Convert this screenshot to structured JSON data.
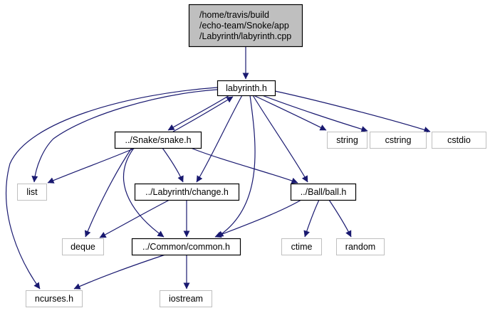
{
  "diagram": {
    "type": "include-dependency-graph",
    "colors": {
      "edge": "#191970",
      "root_fill": "#bfbfbf",
      "root_border": "#000000",
      "project_border": "#000000",
      "system_border": "#bfbfbf",
      "node_fill": "#ffffff"
    },
    "nodes": [
      {
        "id": "root",
        "kind": "root",
        "lines": [
          "/home/travis/build",
          "/echo-team/Snoke/app",
          "/Labyrinth/labyrinth.cpp"
        ]
      },
      {
        "id": "labyrinth_h",
        "kind": "project",
        "lines": [
          "labyrinth.h"
        ]
      },
      {
        "id": "snake_h",
        "kind": "project",
        "lines": [
          "../Snake/snake.h"
        ]
      },
      {
        "id": "string",
        "kind": "system",
        "lines": [
          "string"
        ]
      },
      {
        "id": "cstring",
        "kind": "system",
        "lines": [
          "cstring"
        ]
      },
      {
        "id": "cstdio",
        "kind": "system",
        "lines": [
          "cstdio"
        ]
      },
      {
        "id": "list",
        "kind": "system",
        "lines": [
          "list"
        ]
      },
      {
        "id": "change_h",
        "kind": "project",
        "lines": [
          "../Labyrinth/change.h"
        ]
      },
      {
        "id": "ball_h",
        "kind": "project",
        "lines": [
          "../Ball/ball.h"
        ]
      },
      {
        "id": "deque",
        "kind": "system",
        "lines": [
          "deque"
        ]
      },
      {
        "id": "common_h",
        "kind": "project",
        "lines": [
          "../Common/common.h"
        ]
      },
      {
        "id": "ctime",
        "kind": "system",
        "lines": [
          "ctime"
        ]
      },
      {
        "id": "random",
        "kind": "system",
        "lines": [
          "random"
        ]
      },
      {
        "id": "ncurses_h",
        "kind": "system",
        "lines": [
          "ncurses.h"
        ]
      },
      {
        "id": "iostream",
        "kind": "system",
        "lines": [
          "iostream"
        ]
      }
    ],
    "edges": [
      {
        "from": "root",
        "to": "labyrinth_h"
      },
      {
        "from": "labyrinth_h",
        "to": "snake_h"
      },
      {
        "from": "snake_h",
        "to": "labyrinth_h"
      },
      {
        "from": "labyrinth_h",
        "to": "string"
      },
      {
        "from": "labyrinth_h",
        "to": "cstring"
      },
      {
        "from": "labyrinth_h",
        "to": "cstdio"
      },
      {
        "from": "labyrinth_h",
        "to": "list"
      },
      {
        "from": "labyrinth_h",
        "to": "ncurses_h"
      },
      {
        "from": "labyrinth_h",
        "to": "change_h"
      },
      {
        "from": "labyrinth_h",
        "to": "common_h"
      },
      {
        "from": "labyrinth_h",
        "to": "ball_h"
      },
      {
        "from": "snake_h",
        "to": "list"
      },
      {
        "from": "snake_h",
        "to": "deque"
      },
      {
        "from": "snake_h",
        "to": "change_h"
      },
      {
        "from": "snake_h",
        "to": "common_h"
      },
      {
        "from": "snake_h",
        "to": "ball_h"
      },
      {
        "from": "change_h",
        "to": "deque"
      },
      {
        "from": "change_h",
        "to": "common_h"
      },
      {
        "from": "ball_h",
        "to": "common_h"
      },
      {
        "from": "ball_h",
        "to": "ctime"
      },
      {
        "from": "ball_h",
        "to": "random"
      },
      {
        "from": "common_h",
        "to": "ncurses_h"
      },
      {
        "from": "common_h",
        "to": "iostream"
      }
    ]
  }
}
